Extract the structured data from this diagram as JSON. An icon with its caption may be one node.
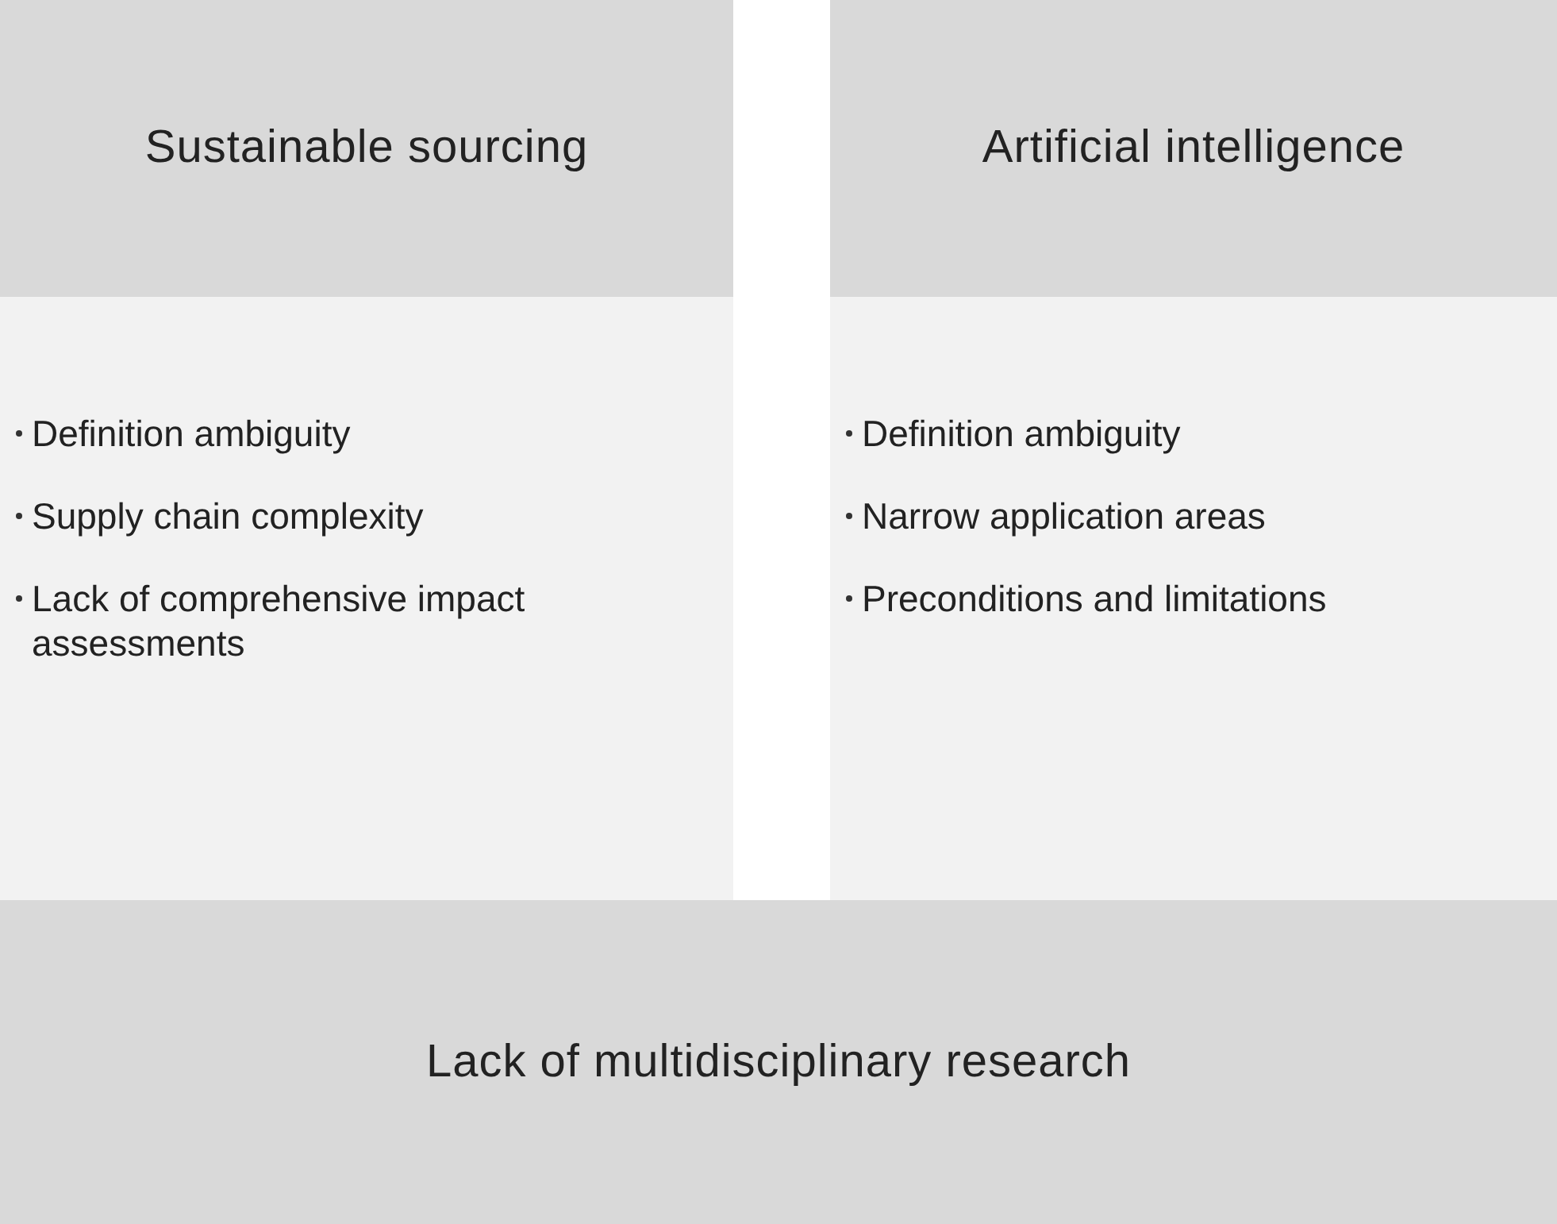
{
  "diagram": {
    "nodes": [
      {
        "text": [
          "Sustainable sourcing"
        ]
      },
      {
        "text": [
          "Definition ambiguity",
          "Supply chain complexity",
          "Lack of comprehensive impact assessments"
        ]
      },
      {
        "text": [
          "Artificial intelligence"
        ]
      },
      {
        "text": [
          "Definition ambiguity",
          "Narrow application areas",
          "Preconditions and limitations"
        ]
      },
      {
        "text": [
          "Lack of multidisciplinary research"
        ]
      }
    ]
  }
}
